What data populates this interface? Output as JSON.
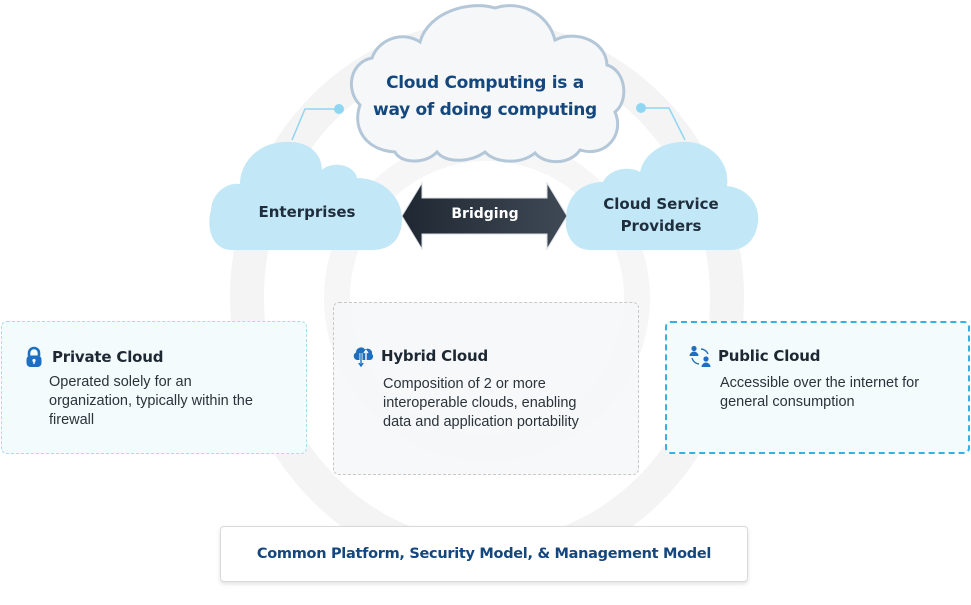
{
  "diagram": {
    "central_cloud": {
      "line1": "Cloud Computing is a",
      "line2": "way of doing computing"
    },
    "left_cloud": {
      "label": "Enterprises"
    },
    "right_cloud": {
      "line1": "Cloud Service",
      "line2": "Providers"
    },
    "bridge": {
      "label": "Bridging"
    },
    "cards": [
      {
        "icon": "lock-icon",
        "title": "Private Cloud",
        "lines": [
          "Operated solely for an",
          "organization, typically within the",
          "firewall"
        ]
      },
      {
        "icon": "cloud-sync-icon",
        "title": "Hybrid Cloud",
        "lines": [
          "Composition of 2 or more",
          "interoperable clouds, enabling",
          "data and application portability"
        ]
      },
      {
        "icon": "users-exchange-icon",
        "title": "Public Cloud",
        "lines": [
          "Accessible over the internet for",
          "general consumption"
        ]
      }
    ],
    "footer": {
      "label": "Common Platform, Security Model, & Management Model"
    },
    "colors": {
      "title_blue": "#14477e",
      "icon_blue": "#1e6fc0",
      "cloud_fill": "#c2e8f7",
      "connector": "#8fd6f2",
      "arrow_dark": "#2b3541",
      "public_border": "#35b2e4"
    }
  }
}
